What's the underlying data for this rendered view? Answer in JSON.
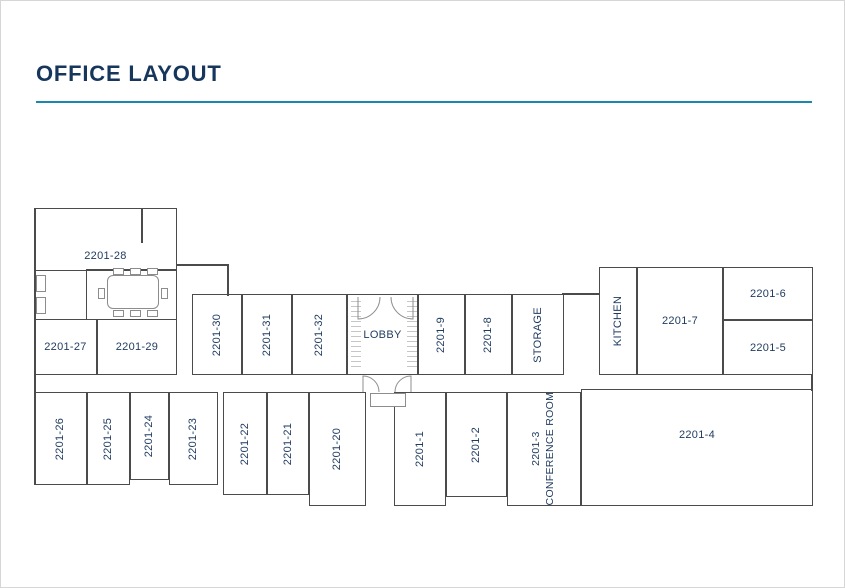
{
  "header": {
    "title": "OFFICE LAYOUT"
  },
  "rooms": {
    "r28": "2201-28",
    "r27": "2201-27",
    "r29": "2201-29",
    "r30": "2201-30",
    "r31": "2201-31",
    "r32": "2201-32",
    "lobby": "LOBBY",
    "r9": "2201-9",
    "r8": "2201-8",
    "storage": "STORAGE",
    "kitchen": "KITCHEN",
    "r7": "2201-7",
    "r6": "2201-6",
    "r5": "2201-5",
    "r26": "2201-26",
    "r25": "2201-25",
    "r24": "2201-24",
    "r23": "2201-23",
    "r22": "2201-22",
    "r21": "2201-21",
    "r20": "2201-20",
    "r1": "2201-1",
    "r2": "2201-2",
    "r3_line1": "2201-3",
    "r3_line2": "CONFERENCE ROOM",
    "r4": "2201-4"
  },
  "colors": {
    "title": "#16365c",
    "divider": "#1b86ae",
    "wall": "#4b4b4b",
    "label": "#1e3a5f"
  }
}
